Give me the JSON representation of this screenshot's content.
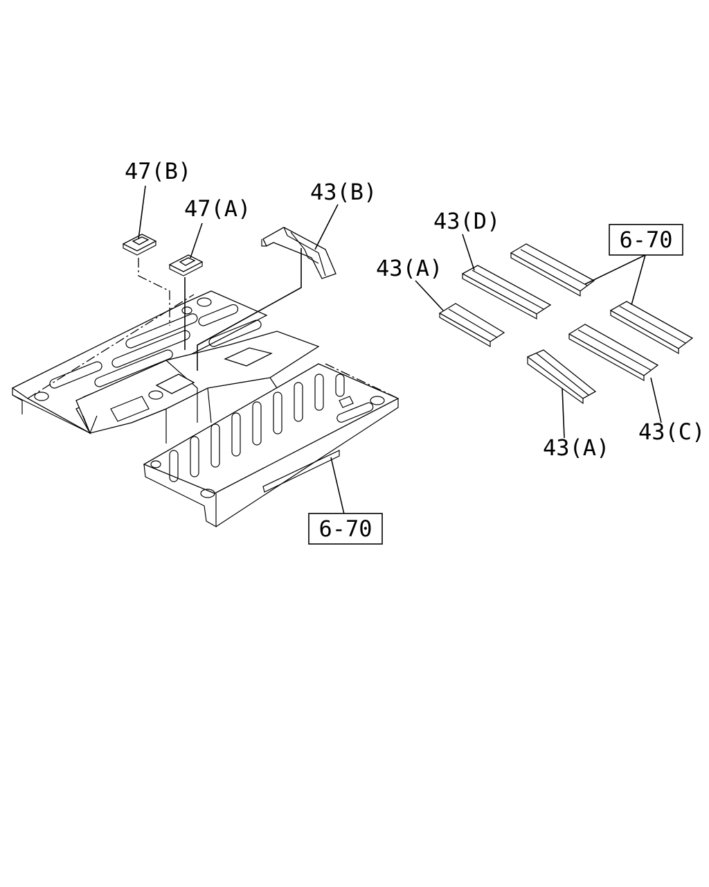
{
  "callouts": {
    "c47b": "47(B)",
    "c47a": "47(A)",
    "c43b": "43(B)",
    "c43d": "43(D)",
    "c43a_left": "43(A)",
    "c43a_bottom": "43(A)",
    "c43c": "43(C)",
    "ref_right": "6-70",
    "ref_bottom": "6-70"
  }
}
